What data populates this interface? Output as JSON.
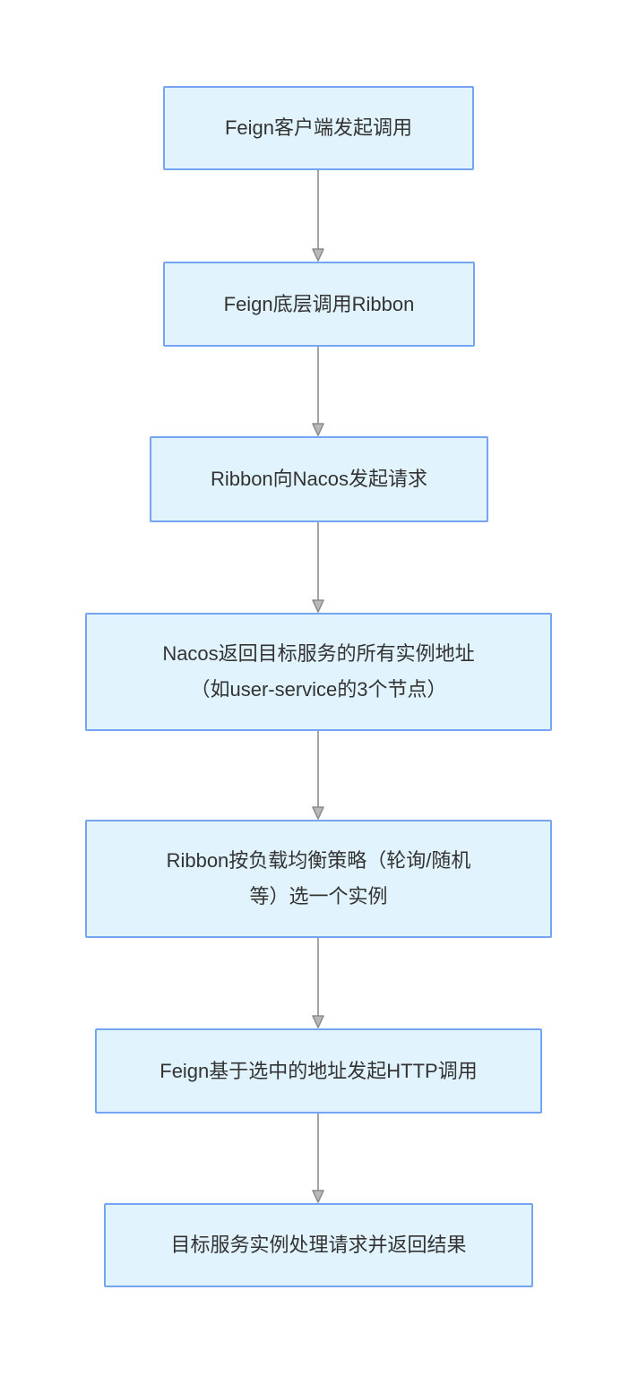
{
  "diagram": {
    "type": "flowchart",
    "direction": "top-down",
    "nodes": [
      {
        "id": "n1",
        "label": "Feign客户端发起调用"
      },
      {
        "id": "n2",
        "label": "Feign底层调用Ribbon"
      },
      {
        "id": "n3",
        "label": "Ribbon向Nacos发起请求"
      },
      {
        "id": "n4",
        "label": "Nacos返回目标服务的所有实例地址\n（如user-service的3个节点）"
      },
      {
        "id": "n5",
        "label": "Ribbon按负载均衡策略（轮询/随机\n等）选一个实例"
      },
      {
        "id": "n6",
        "label": "Feign基于选中的地址发起HTTP调用"
      },
      {
        "id": "n7",
        "label": "目标服务实例处理请求并返回结果"
      }
    ],
    "edges": [
      {
        "from": "n1",
        "to": "n2"
      },
      {
        "from": "n2",
        "to": "n3"
      },
      {
        "from": "n3",
        "to": "n4"
      },
      {
        "from": "n4",
        "to": "n5"
      },
      {
        "from": "n5",
        "to": "n6"
      },
      {
        "from": "n6",
        "to": "n7"
      }
    ],
    "colors": {
      "background": "#ffffff",
      "node_fill": "#e1f3fd",
      "node_border": "#74a4f3",
      "node_text": "#333333",
      "arrow_line": "#a3a3a3",
      "arrow_head_fill": "#b8b8b8",
      "arrow_head_stroke": "#8c8c8c"
    }
  }
}
